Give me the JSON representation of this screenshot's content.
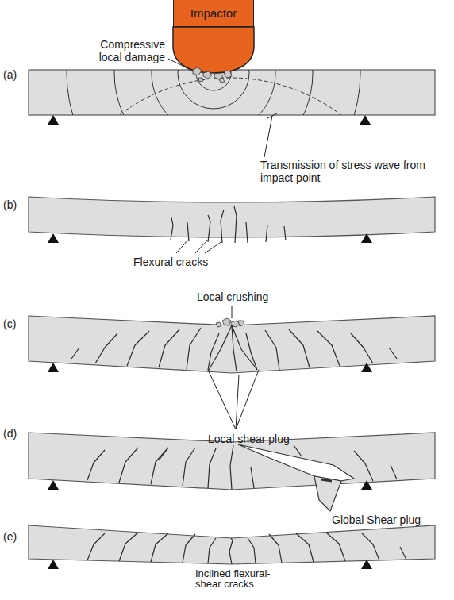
{
  "diagram": {
    "nodes": [
      {
        "text": [
          "Impactor"
        ]
      }
    ],
    "labels": [
      "(a)",
      "Compressive local damage",
      "Transmission of stress wave from impact point",
      "(b)",
      "Flexural cracks",
      "(c)",
      "Local crushing",
      "Local shear plug",
      "(d)",
      "Global Shear plug",
      "(e)",
      "Inclined flexural-shear cracks"
    ]
  }
}
